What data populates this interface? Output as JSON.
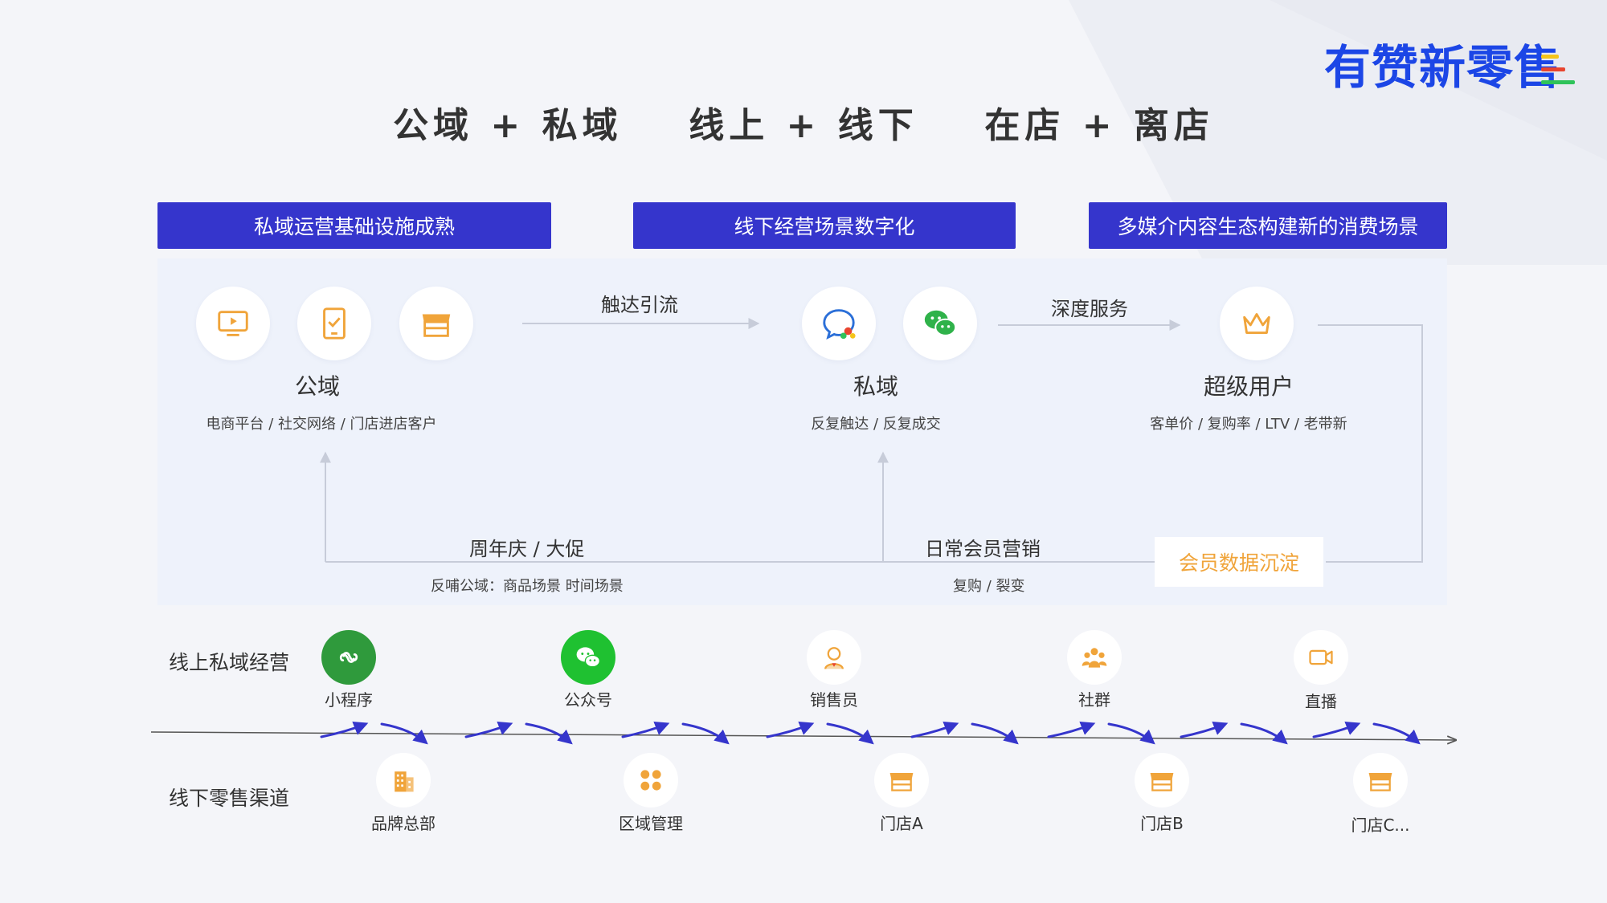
{
  "brand": {
    "logo_text": "有赞新零售",
    "accent": "#3535cc",
    "logo_color": "#1c46e6",
    "orange": "#f0a43a"
  },
  "main_title": {
    "part1": "公域 + 私域",
    "part2": "线上 + 线下",
    "part3": "在店 + 离店"
  },
  "headers": [
    "私域运营基础设施成熟",
    "线下经营场景数字化",
    "多媒介内容生态构建新的消费场景"
  ],
  "flow": {
    "public": {
      "title": "公域",
      "subtitle": "电商平台 / 社交网络 / 门店进店客户",
      "icons": [
        "monitor-icon",
        "tablet-icon",
        "store-icon"
      ]
    },
    "arrow1_label": "触达引流",
    "private": {
      "title": "私域",
      "subtitle": "反复触达 / 反复成交",
      "icons": [
        "chat-bubble-icon",
        "wechat-icon"
      ]
    },
    "arrow2_label": "深度服务",
    "super_user": {
      "title": "超级用户",
      "subtitle": "客单价 / 复购率 / LTV /  老带新",
      "icons": [
        "crown-icon"
      ]
    },
    "feedback1": {
      "label": "周年庆 / 大促",
      "sub": "反哺公域：商品场景 时间场景"
    },
    "feedback2": {
      "label": "日常会员营销",
      "sub": "复购 / 裂变"
    },
    "member_data": "会员数据沉淀"
  },
  "online_row": {
    "label": "线上私域经营",
    "items": [
      {
        "label": "小程序",
        "icon": "mini-program-icon"
      },
      {
        "label": "公众号",
        "icon": "wechat-official-icon"
      },
      {
        "label": "销售员",
        "icon": "salesperson-icon"
      },
      {
        "label": "社群",
        "icon": "community-icon"
      },
      {
        "label": "直播",
        "icon": "live-video-icon"
      }
    ]
  },
  "offline_row": {
    "label": "线下零售渠道",
    "items": [
      {
        "label": "品牌总部",
        "icon": "building-icon"
      },
      {
        "label": "区域管理",
        "icon": "grid-icon"
      },
      {
        "label": "门店A",
        "icon": "store-icon"
      },
      {
        "label": "门店B",
        "icon": "store-icon"
      },
      {
        "label": "门店C...",
        "icon": "store-icon"
      }
    ]
  }
}
